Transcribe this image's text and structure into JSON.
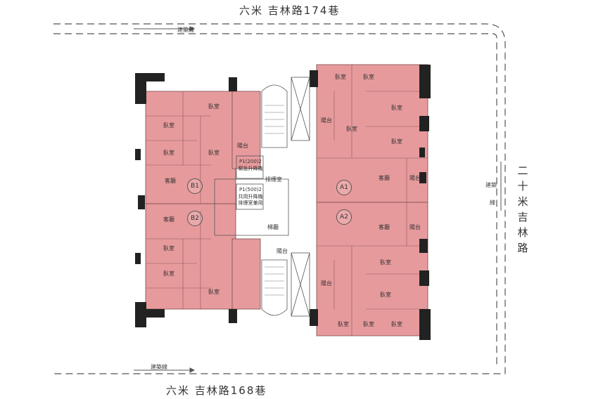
{
  "streets": {
    "top": "六米 吉林路174巷",
    "bottom": "六米 吉林路168巷",
    "right": "二十米吉林路"
  },
  "setback_labels": {
    "top": "建築線",
    "bottom": "建築線",
    "right_1": "建築",
    "right_2": "線"
  },
  "units": [
    "B1",
    "B2",
    "A1",
    "A2"
  ],
  "rooms": {
    "bedroom": "臥室",
    "living": "客廳",
    "balcony": "陽台",
    "corridor": "梯廳",
    "waste": "排煙室"
  },
  "service": {
    "p1": "P1(200)2",
    "p1_sub": "緊急升降機",
    "p2": "P1(500)2",
    "p2_sub_1": "共用升降機",
    "p2_sub_2": "排煙室兼用"
  },
  "colors": {
    "unit_fill": "#e79a9c",
    "unit_fill_dark": "#d9848a",
    "wall": "#222222",
    "line": "#555555"
  }
}
